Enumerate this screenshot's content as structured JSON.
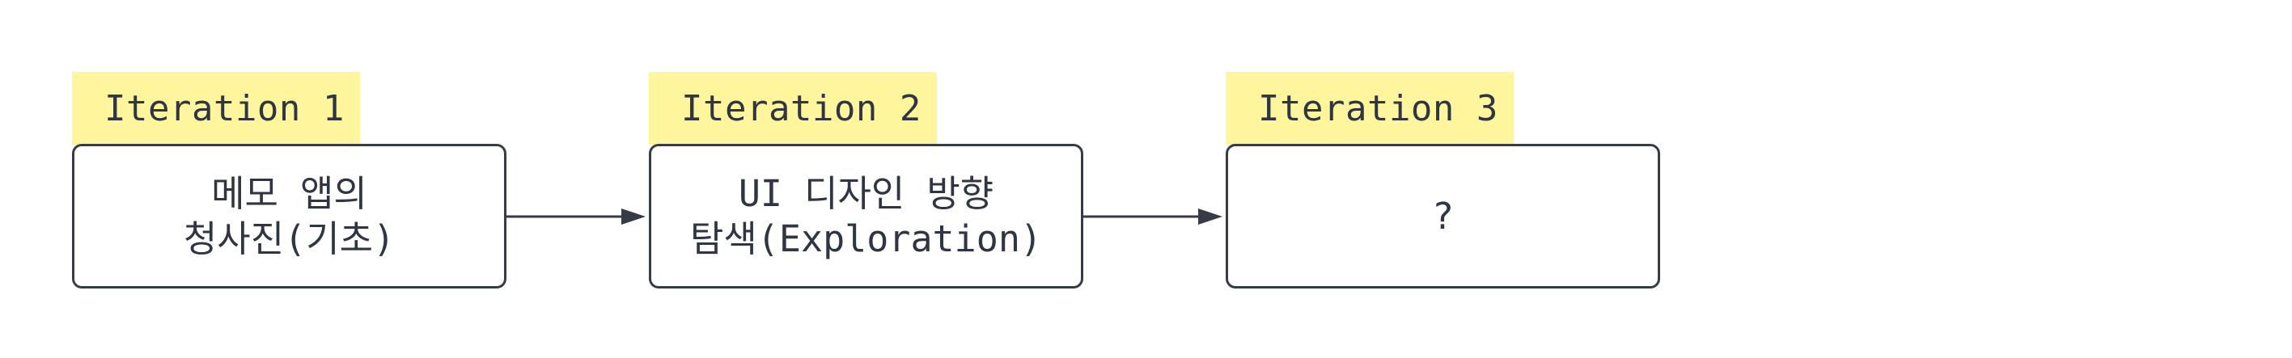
{
  "iterations": [
    {
      "tag": "Iteration 1",
      "text": "메모 앱의\n청사진(기초)"
    },
    {
      "tag": "Iteration 2",
      "text": "UI 디자인 방향\n탐색(Exploration)"
    },
    {
      "tag": "Iteration 3",
      "text": "?"
    }
  ],
  "colors": {
    "tag_background": "#fff59d",
    "border": "#373b45",
    "text": "#2f3542",
    "background": "#ffffff"
  }
}
